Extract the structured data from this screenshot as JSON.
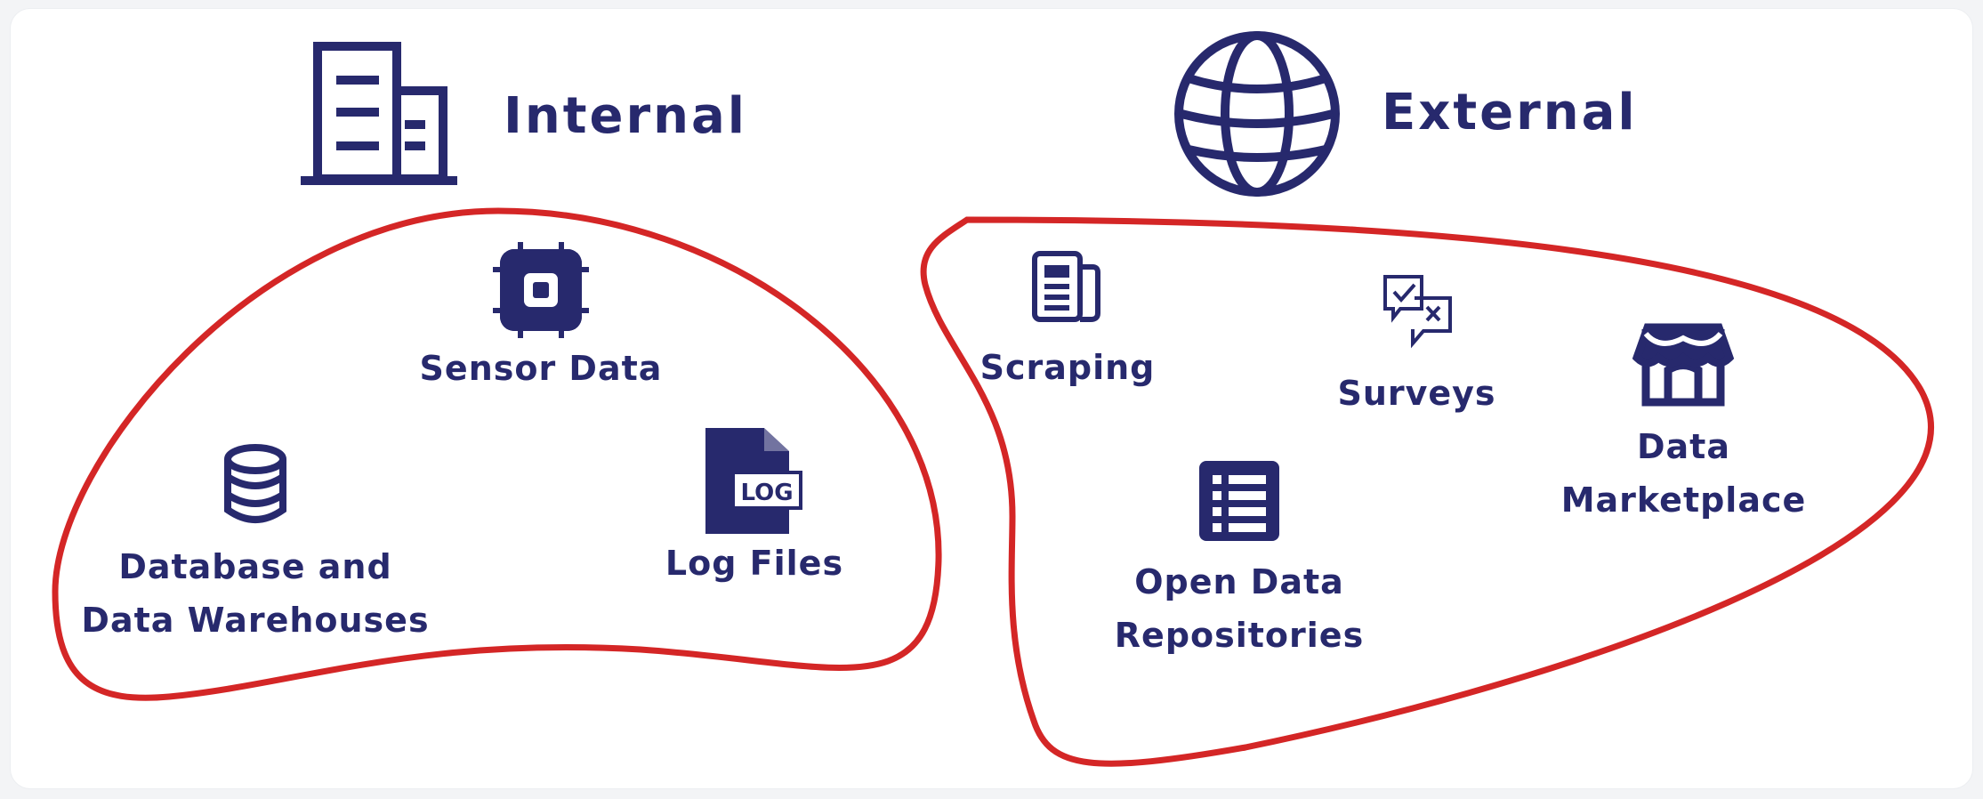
{
  "colors": {
    "ink": "#27296d",
    "boundary": "#d42626",
    "background": "#ffffff"
  },
  "groups": [
    {
      "id": "internal",
      "heading": "Internal",
      "icon": "office-building-icon",
      "items": [
        {
          "lines": [
            "Sensor Data"
          ],
          "icon": "chip-icon"
        },
        {
          "lines": [
            "Database and",
            "Data Warehouses"
          ],
          "icon": "database-icon"
        },
        {
          "lines": [
            "Log Files"
          ],
          "icon": "log-file-icon"
        }
      ]
    },
    {
      "id": "external",
      "heading": "External",
      "icon": "globe-icon",
      "items": [
        {
          "lines": [
            "Scraping"
          ],
          "icon": "newspaper-icon"
        },
        {
          "lines": [
            "Surveys"
          ],
          "icon": "survey-icon"
        },
        {
          "lines": [
            "Data",
            "Marketplace"
          ],
          "icon": "storefront-icon"
        },
        {
          "lines": [
            "Open Data",
            "Repositories"
          ],
          "icon": "list-table-icon"
        }
      ]
    }
  ],
  "log_badge": "LOG"
}
